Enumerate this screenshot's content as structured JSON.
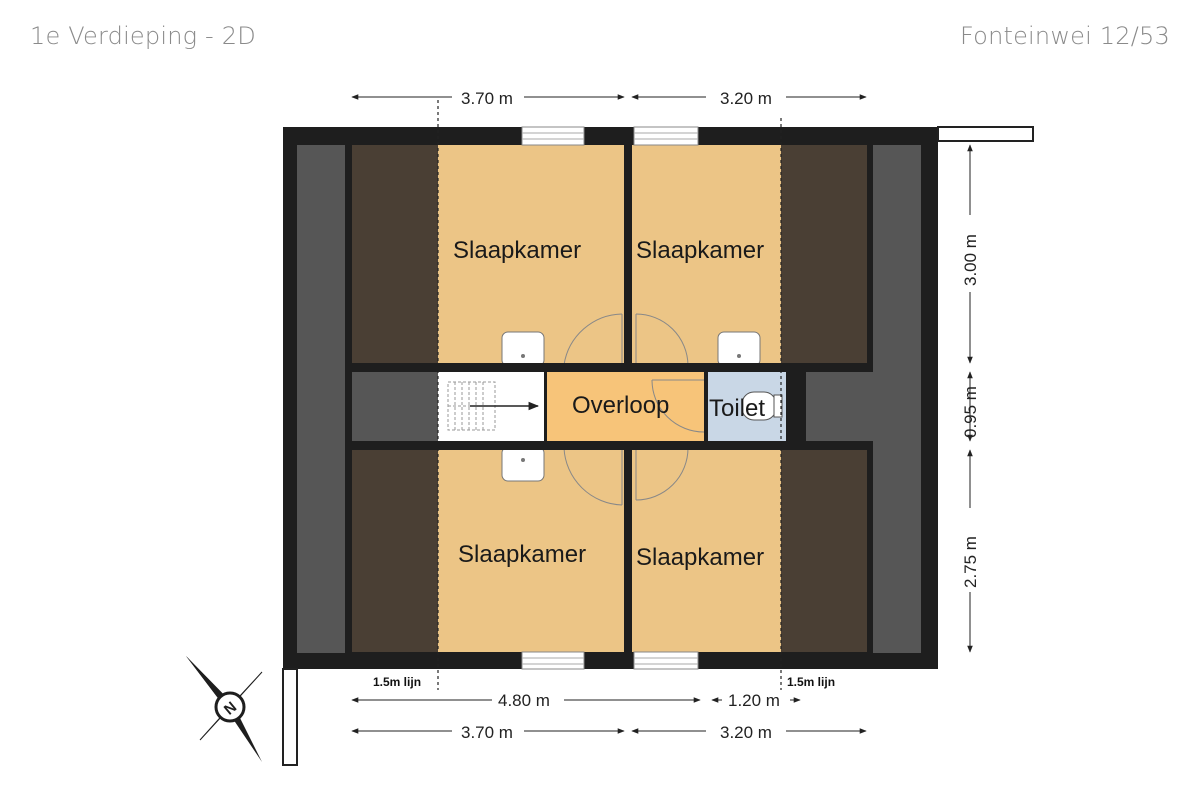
{
  "header": {
    "title_left": "1e Verdieping - 2D",
    "title_right": "Fonteinwei 12/53"
  },
  "rooms": {
    "bedroom_top_left": "Slaapkamer",
    "bedroom_top_right": "Slaapkamer",
    "bedroom_bottom_left": "Slaapkamer",
    "bedroom_bottom_right": "Slaapkamer",
    "landing": "Overloop",
    "toilet": "Toilet"
  },
  "dimensions": {
    "top_left": "3.70 m",
    "top_right": "3.20 m",
    "right_top": "3.00 m",
    "right_mid": "0.95 m",
    "right_bottom": "2.75 m",
    "bottom_total": "4.80 m",
    "bottom_extra": "1.20 m",
    "bottom_left": "3.70 m",
    "bottom_right": "3.20 m",
    "line_left": "1.5m lijn",
    "line_right": "1.5m lijn"
  },
  "compass": {
    "label": "N"
  },
  "colors": {
    "wall": "#1e1e1e",
    "bedroom": "#ecc586",
    "landing": "#f7c479",
    "toilet": "#c9d7e6",
    "eave": "#4a3f34",
    "roof_edge": "#565656",
    "stairs": "#ffffff"
  }
}
